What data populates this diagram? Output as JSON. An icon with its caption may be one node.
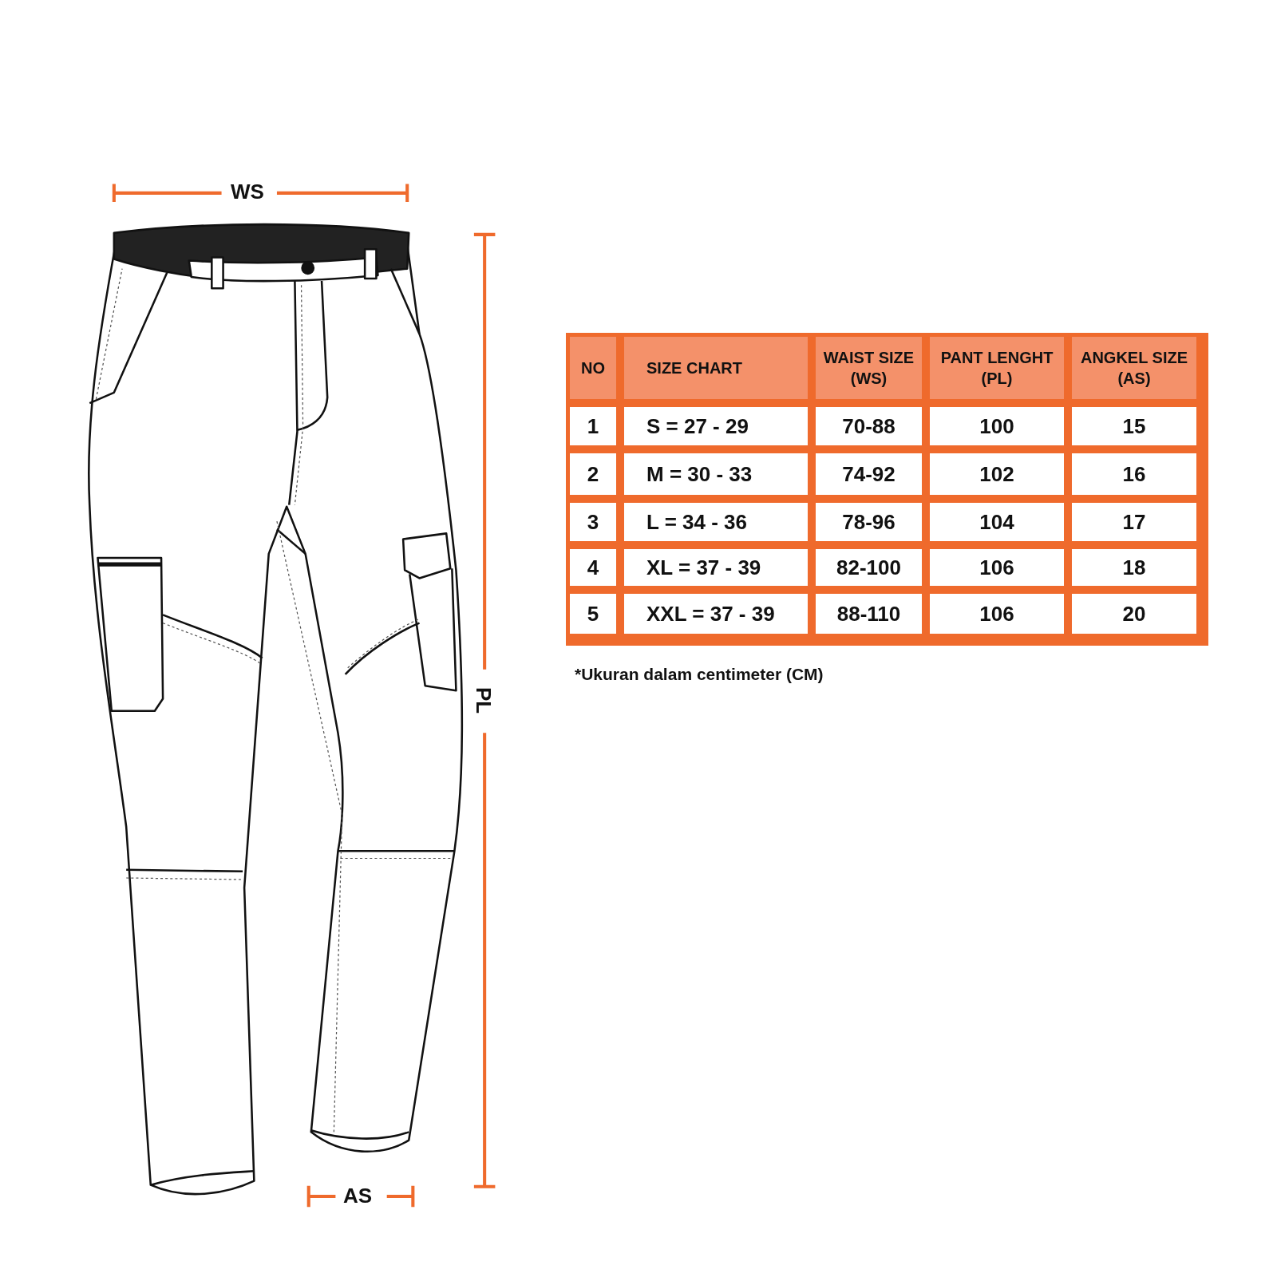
{
  "diagram": {
    "labels": [
      "WS",
      "NO",
      "SIZE CHART",
      "WAIST SIZE (WS)",
      "PANT LENGHT (PL)",
      "ANGKEL SIZE (AS)",
      "1",
      "S = 27 - 29",
      "70-88",
      "100",
      "15",
      "2",
      "M = 30 - 33",
      "74-92",
      "102",
      "16",
      "3",
      "L = 34 - 36",
      "78-96",
      "104",
      "17",
      "4",
      "XL = 37 - 39",
      "82-100",
      "106",
      "18",
      "5",
      "XXL = 37 - 39",
      "88-110",
      "106",
      "20",
      "*Ukuran dalam centimeter (CM)",
      "PL",
      "AS"
    ]
  }
}
